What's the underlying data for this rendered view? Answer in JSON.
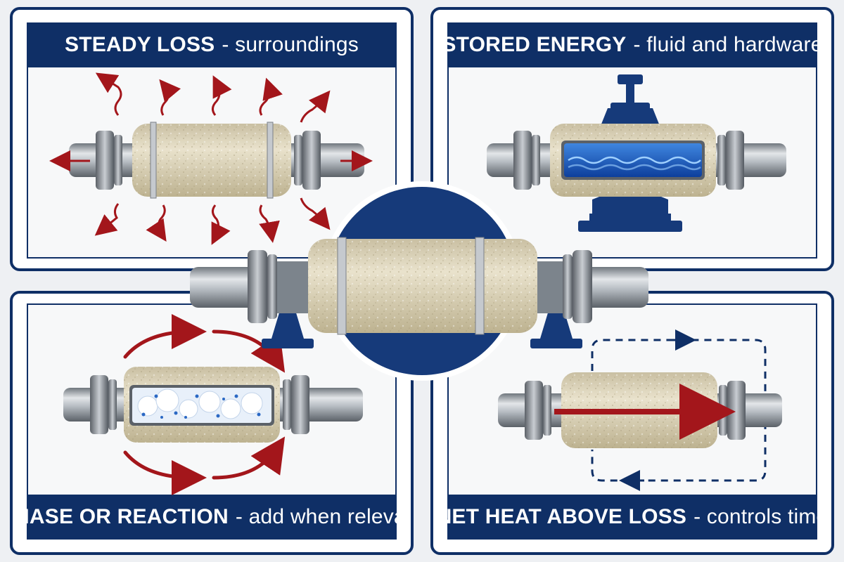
{
  "panels": {
    "top_left": {
      "title_strong": "STEADY LOSS",
      "title_rest": "- surroundings"
    },
    "top_right": {
      "title_strong": "STORED ENERGY",
      "title_rest": "- fluid and hardware"
    },
    "bottom_left": {
      "title_strong": "PHASE OR REACTION",
      "title_rest": "- add when relevant"
    },
    "bottom_right": {
      "title_strong": "NET HEAT ABOVE LOSS",
      "title_rest": "- controls time"
    }
  },
  "colors": {
    "navy": "#0f2f66",
    "heat_red": "#a3161b",
    "insulation": "#d9cfb3",
    "steel": "#9aa1a8",
    "fluid_blue": "#1f5fbf"
  },
  "icons": [
    "heat-loss-arrow-icon",
    "valve-icon",
    "fluid-wave-icon",
    "bubble-icon",
    "cycle-arrow-icon",
    "flow-arrow-icon",
    "pipe-flange-icon"
  ]
}
